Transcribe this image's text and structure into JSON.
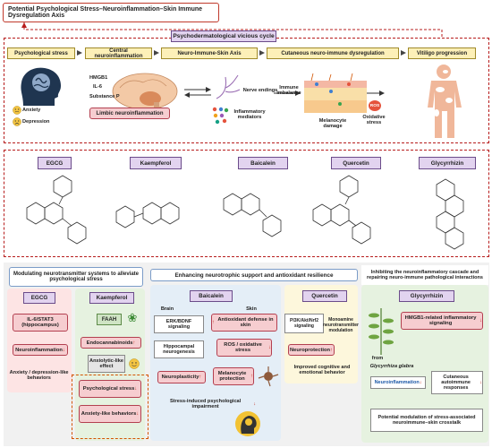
{
  "title": "Potential Psychological Stress–Neuroinflammation–Skin Immune Dysregulation Axis",
  "cycle": {
    "label": "Psychodermatological vicious cycle",
    "headers": [
      "Psychological stress",
      "Central neuroinflammation",
      "Neuro-Immune-Skin Axis",
      "Cutaneous neuro-immune dysregulation",
      "Vitiligo progression"
    ],
    "stress_items": [
      "Anxiety",
      "Depression"
    ],
    "cytokines": [
      "HMGB1",
      "IL-6",
      "Substance P"
    ],
    "limbic": "Limbic neuroinflammation",
    "nerve": "Nerve endings",
    "inflam": "Inflammatory mediators",
    "immune": "Immune imbalance",
    "melanocyte": "Melanocyte damage",
    "oxidative": "Oxidative stress",
    "ros": "ROS"
  },
  "molecules": [
    "EGCG",
    "Kaempferol",
    "Baicalein",
    "Quercetin",
    "Glycyrrhizin"
  ],
  "panel1": {
    "title": "Modulating neurotransmitter systems to alleviate psychological stress",
    "egcg": "EGCG",
    "il6": "IL-6/STAT3 (hippocampus)",
    "neuroinf": "Neuroinflammation",
    "anxdep": "Anxiety / depression-like behaviors",
    "kaempferol": "Kaempferol",
    "faah": "FAAH",
    "endo": "Endocannabinoids",
    "anxio": "Anxiolytic-like effect",
    "psych": "Psychological stress",
    "anxl": "Anxiety-like behaviors"
  },
  "panel2": {
    "title": "Enhancing neurotrophic support and antioxidant resilience",
    "baicalein": "Baicalein",
    "brain": "Brain",
    "skin": "Skin",
    "erk": "ERK/BDNF signaling",
    "antiox": "Antioxidant defense in skin",
    "hippo": "Hippocampal neurogenesis",
    "ros": "ROS / oxidative stress",
    "neuroplast": "Neuroplasticity",
    "melprot": "Melanocyte protection",
    "stressimp": "Stress-induced psychological impairment",
    "quercetin": "Quercetin",
    "pi3k": "PI3K/Akt/Nrf2 signaling",
    "mono": "Monoamine neurotransmitter modulation",
    "neuroprot": "Neuroprotection",
    "improved": "Improved cognitive and emotional behavior"
  },
  "panel3": {
    "title": "Inhibiting the neuroinflammatory cascade and repairing neuro-immune pathological interactions",
    "glyc": "Glycyrrhizin",
    "hmgb1": "HMGB1-related inflammatory signaling",
    "from": "from",
    "plant": "Glycyrrhiza glabra",
    "neuroinf": "Neuroinflammation",
    "cutan": "Cutaneous autoimmune responses",
    "potential": "Potential modulation of stress-associated neuroimmune–skin crosstalk"
  },
  "colors": {
    "accent_red": "#c0392b",
    "lavender": "#e2d3ef",
    "pink": "#f6cdd0",
    "yellow": "#fdf0b8"
  }
}
